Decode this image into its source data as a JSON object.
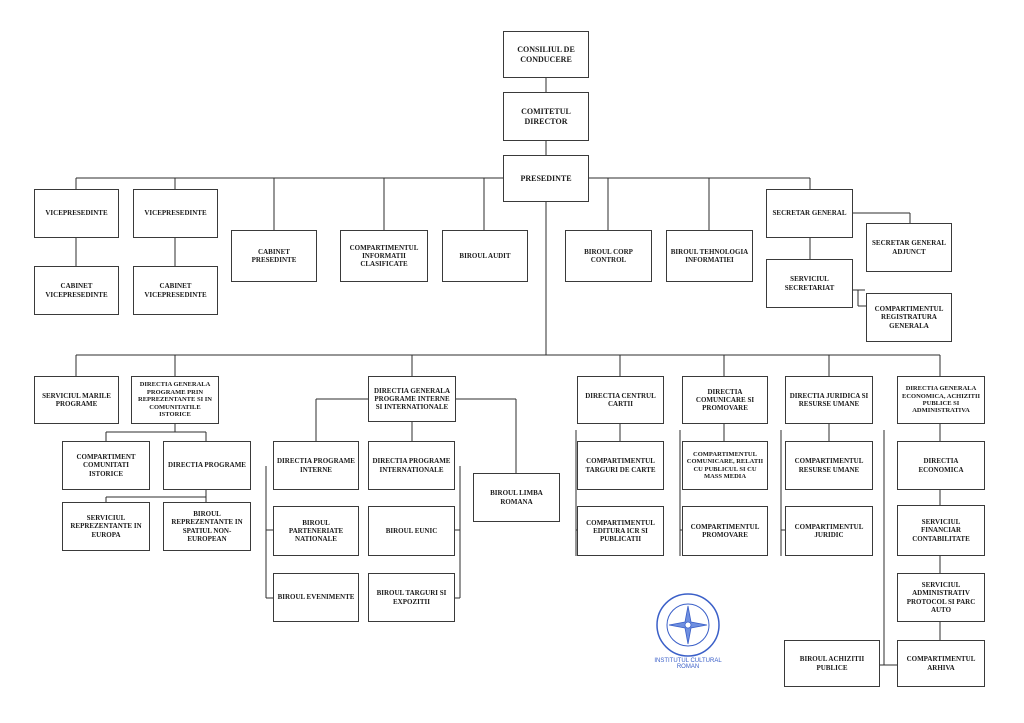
{
  "org_chart": {
    "top": {
      "consiliu": "CONSILIUL DE CONDUCERE",
      "comitet": "COMITETUL DIRECTOR",
      "presedinte": "PRESEDINTE"
    },
    "upper": {
      "vicepresedinte_1": "VICEPRESEDINTE",
      "vicepresedinte_2": "VICEPRESEDINTE",
      "cabinet_vice_1": "CABINET VICEPRESEDINTE",
      "cabinet_vice_2": "CABINET VICEPRESEDINTE",
      "cabinet_presedinte": "CABINET PRESEDINTE",
      "comp_informatii": "COMPARTIMENTUL INFORMATII CLASIFICATE",
      "birou_audit": "BIROUL AUDIT",
      "birou_corp_control": "BIROUL CORP CONTROL",
      "birou_tehnologia": "BIROUL TEHNOLOGIA INFORMATIEI",
      "secretar_general": "SECRETAR GENERAL",
      "secretar_adjunct": "SECRETAR GENERAL ADJUNCT",
      "serviciul_secretariat": "SERVICIUL SECRETARIAT",
      "comp_registratura": "COMPARTIMENTUL REGISTRATURA GENERALA"
    },
    "lower": {
      "serviciul_marile_programe": "SERVICIUL MARILE PROGRAME",
      "dg_reprezentante": "DIRECTIA GENERALA PROGRAME PRIN REPREZENTANTE SI IN COMUNITATILE ISTORICE",
      "comp_comunitati": "COMPARTIMENT COMUNITATI ISTORICE",
      "directia_programe": "DIRECTIA PROGRAME",
      "serviciul_reprezentante_europa": "SERVICIUL REPREZENTANTE IN EUROPA",
      "birou_reprezentante_noneuropean": "BIROUL REPREZENTANTE IN SPATIUL NON-EUROPEAN",
      "dg_programe_interne_internationale": "DIRECTIA GENERALA PROGRAME INTERNE SI INTERNATIONALE",
      "directia_programe_interne": "DIRECTIA PROGRAME INTERNE",
      "directia_programe_internationale": "DIRECTIA PROGRAME INTERNATIONALE",
      "birou_parteneriate": "BIROUL PARTENERIATE NATIONALE",
      "birou_eunic": "BIROUL EUNIC",
      "birou_evenimente": "BIROUL EVENIMENTE",
      "birou_targuri_expozitii": "BIROUL TARGURI SI EXPOZITII",
      "birou_limba_romana": "BIROUL LIMBA ROMANA",
      "directia_centrul_cartii": "DIRECTIA CENTRUL CARTII",
      "comp_targuri_carte": "COMPARTIMENTUL TARGURI DE CARTE",
      "comp_editura": "COMPARTIMENTUL EDITURA ICR SI PUBLICATII",
      "directia_comunicare": "DIRECTIA COMUNICARE SI PROMOVARE",
      "comp_comunicare": "COMPARTIMENTUL COMUNICARE, RELATII CU PUBLICUL SI CU MASS MEDIA",
      "comp_promovare": "COMPARTIMENTUL PROMOVARE",
      "directia_juridica": "DIRECTIA JURIDICA SI RESURSE UMANE",
      "comp_resurse_umane": "COMPARTIMENTUL RESURSE UMANE",
      "comp_juridic": "COMPARTIMENTUL JURIDIC",
      "dg_economica": "DIRECTIA GENERALA ECONOMICA, ACHIZITII PUBLICE SI ADMINISTRATIVA",
      "directia_economica": "DIRECTIA ECONOMICA",
      "serviciul_financiar": "SERVICIUL FINANCIAR CONTABILITATE",
      "serviciul_administrativ": "SERVICIUL ADMINISTRATIV PROTOCOL SI PARC AUTO",
      "birou_achizitii": "BIROUL ACHIZITII PUBLICE",
      "comp_arhiva": "COMPARTIMENTUL ARHIVA"
    },
    "stamp": {
      "text": "INSTITUTUL CULTURAL ROMAN",
      "color": "#3a5fc8"
    },
    "colors": {
      "line": "#2d2d2d",
      "box_border": "#3a3a3a",
      "text": "#1b1b1b"
    }
  }
}
